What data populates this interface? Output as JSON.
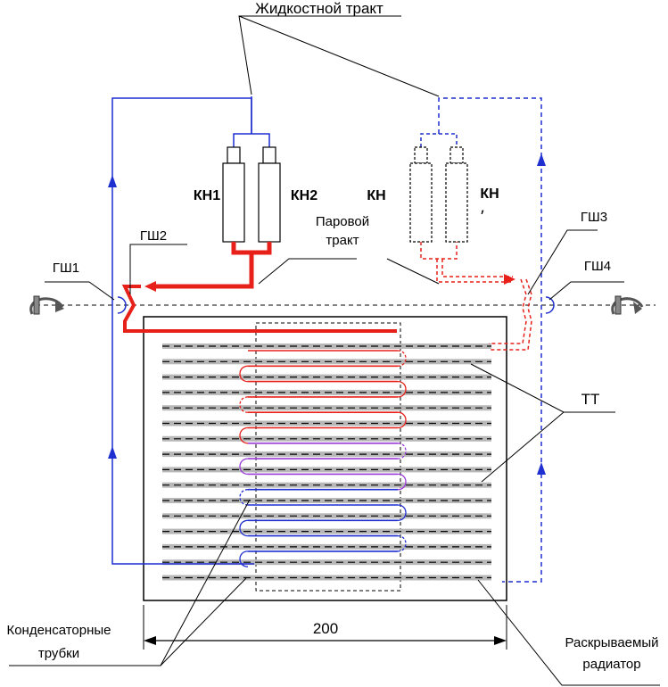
{
  "labels": {
    "liquid_tract": "Жидкостной тракт",
    "kn1": "КН1",
    "kn2": "КН2",
    "kn_a": "КН",
    "kn_b": "КН",
    "kn_b_mark": "׳",
    "vapor_tract_1": "Паровой",
    "vapor_tract_2": "тракт",
    "gsh1": "ГШ1",
    "gsh2": "ГШ2",
    "gsh3": "ГШ3",
    "gsh4": "ГШ4",
    "tt": "ТТ",
    "condenser_1": "Конденсаторные",
    "condenser_2": "трубки",
    "dimension": "200",
    "radiator_1": "Раскрываемый",
    "radiator_2": "радиатор"
  },
  "colors": {
    "liquid": "#1f2fd0",
    "vapor": "#e8201a",
    "mixed": "#9a3ad8",
    "pipe_fill": "#b8b8b8",
    "line": "#000000"
  },
  "icons": [
    "rotation-arrow-left-icon",
    "rotation-arrow-right-icon",
    "flow-arrow-icon"
  ]
}
